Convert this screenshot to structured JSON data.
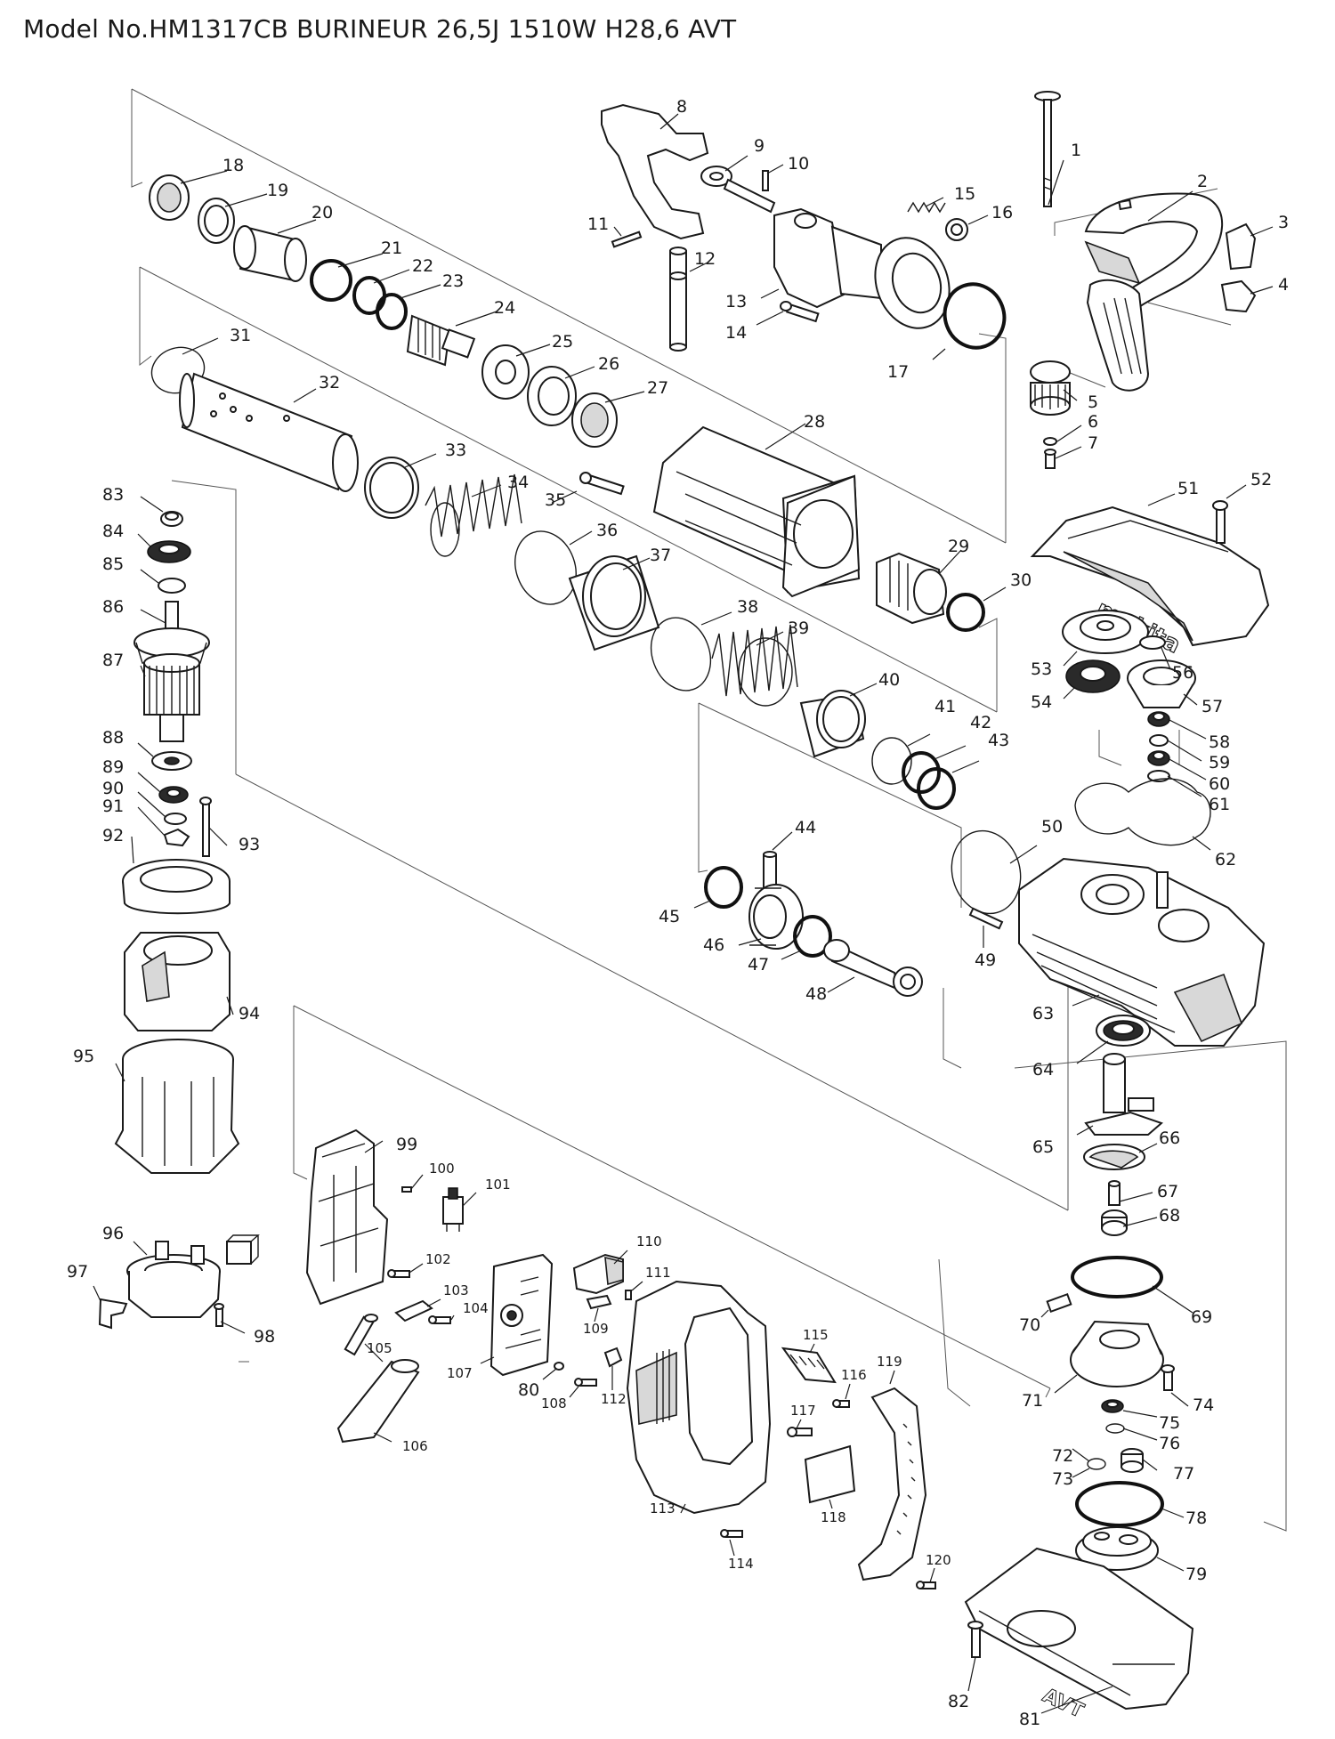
{
  "title": "Model No.HM1317CB BURINEUR 26,5J 1510W H28,6 AVT",
  "labels": {
    "p1": "1",
    "p2": "2",
    "p3": "3",
    "p4": "4",
    "p5": "5",
    "p6": "6",
    "p7": "7",
    "p8": "8",
    "p9": "9",
    "p10": "10",
    "p11": "11",
    "p12": "12",
    "p13": "13",
    "p14": "14",
    "p15": "15",
    "p16": "16",
    "p17": "17",
    "p18": "18",
    "p19": "19",
    "p20": "20",
    "p21": "21",
    "p22": "22",
    "p23": "23",
    "p24": "24",
    "p25": "25",
    "p26": "26",
    "p27": "27",
    "p28": "28",
    "p29": "29",
    "p30": "30",
    "p31": "31",
    "p32": "32",
    "p33": "33",
    "p34": "34",
    "p35": "35",
    "p36": "36",
    "p37": "37",
    "p38": "38",
    "p39": "39",
    "p40": "40",
    "p41": "41",
    "p42": "42",
    "p43": "43",
    "p44": "44",
    "p45": "45",
    "p46": "46",
    "p47": "47",
    "p48": "48",
    "p49": "49",
    "p50": "50",
    "p51": "51",
    "p52": "52",
    "p53": "53",
    "p54": "54",
    "p56": "56",
    "p57": "57",
    "p58": "58",
    "p59": "59",
    "p60": "60",
    "p61": "61",
    "p62": "62",
    "p63": "63",
    "p64": "64",
    "p65": "65",
    "p66": "66",
    "p67": "67",
    "p68": "68",
    "p69": "69",
    "p70": "70",
    "p71": "71",
    "p72": "72",
    "p73": "73",
    "p74": "74",
    "p75": "75",
    "p76": "76",
    "p77": "77",
    "p78": "78",
    "p79": "79",
    "p80": "80",
    "p81": "81",
    "p82": "82",
    "p83": "83",
    "p84": "84",
    "p85": "85",
    "p86": "86",
    "p87": "87",
    "p88": "88",
    "p89": "89",
    "p90": "90",
    "p91": "91",
    "p92": "92",
    "p93": "93",
    "p94": "94",
    "p95": "95",
    "p96": "96",
    "p97": "97",
    "p98": "98",
    "p99": "99",
    "p100": "100",
    "p101": "101",
    "p102": "102",
    "p103": "103",
    "p104": "104",
    "p105": "105",
    "p106": "106",
    "p107": "107",
    "p108": "108",
    "p109": "109",
    "p110": "110",
    "p111": "111",
    "p112": "112",
    "p113": "113",
    "p114": "114",
    "p115": "115",
    "p116": "116",
    "p117": "117",
    "p118": "118",
    "p119": "119",
    "p120": "120"
  },
  "brand_marks": {
    "logo": "makita",
    "base_mark": "AVT"
  }
}
